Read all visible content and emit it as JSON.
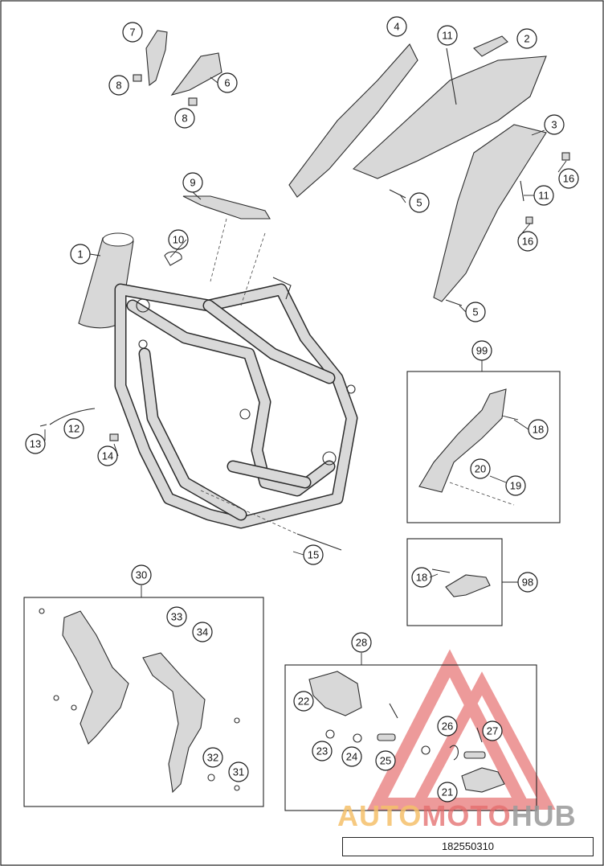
{
  "diagram_number": "182550310",
  "watermark": {
    "part1": "AUTO",
    "part2": "MOTO",
    "part3": "HUB"
  },
  "callouts": [
    "1",
    "2",
    "3",
    "4",
    "5",
    "5",
    "6",
    "7",
    "8",
    "8",
    "9",
    "10",
    "11",
    "11",
    "12",
    "13",
    "14",
    "15",
    "16",
    "16",
    "18",
    "18",
    "19",
    "20",
    "21",
    "22",
    "23",
    "24",
    "25",
    "26",
    "27",
    "28",
    "30",
    "31",
    "32",
    "33",
    "34",
    "98",
    "99"
  ],
  "colors": {
    "line": "#2b2b2b",
    "part_fill": "#d8d8d8",
    "watermark_red": "#e46a6a",
    "watermark_orange": "#f5c06a"
  }
}
